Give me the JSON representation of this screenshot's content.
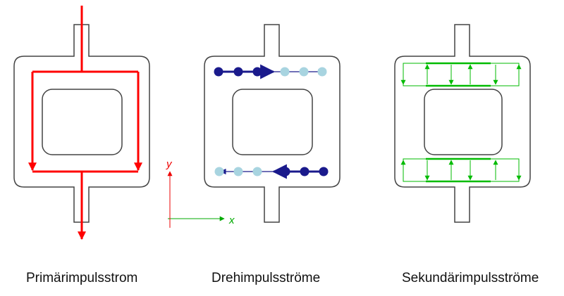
{
  "captions": {
    "primary": "Primärimpulsstrom",
    "dreh": "Drehimpulsströme",
    "sekundaer": "Sekundärimpulsströme"
  },
  "axes": {
    "x": "x",
    "y": "y"
  },
  "colors": {
    "outline": "#444444",
    "primary_flow": "#ff0000",
    "dreh_dark": "#1a1a8c",
    "dreh_light": "#a8d4e0",
    "sek_flow": "#00bb00",
    "axis_x": "#00aa00",
    "axis_y": "#ee0000"
  }
}
